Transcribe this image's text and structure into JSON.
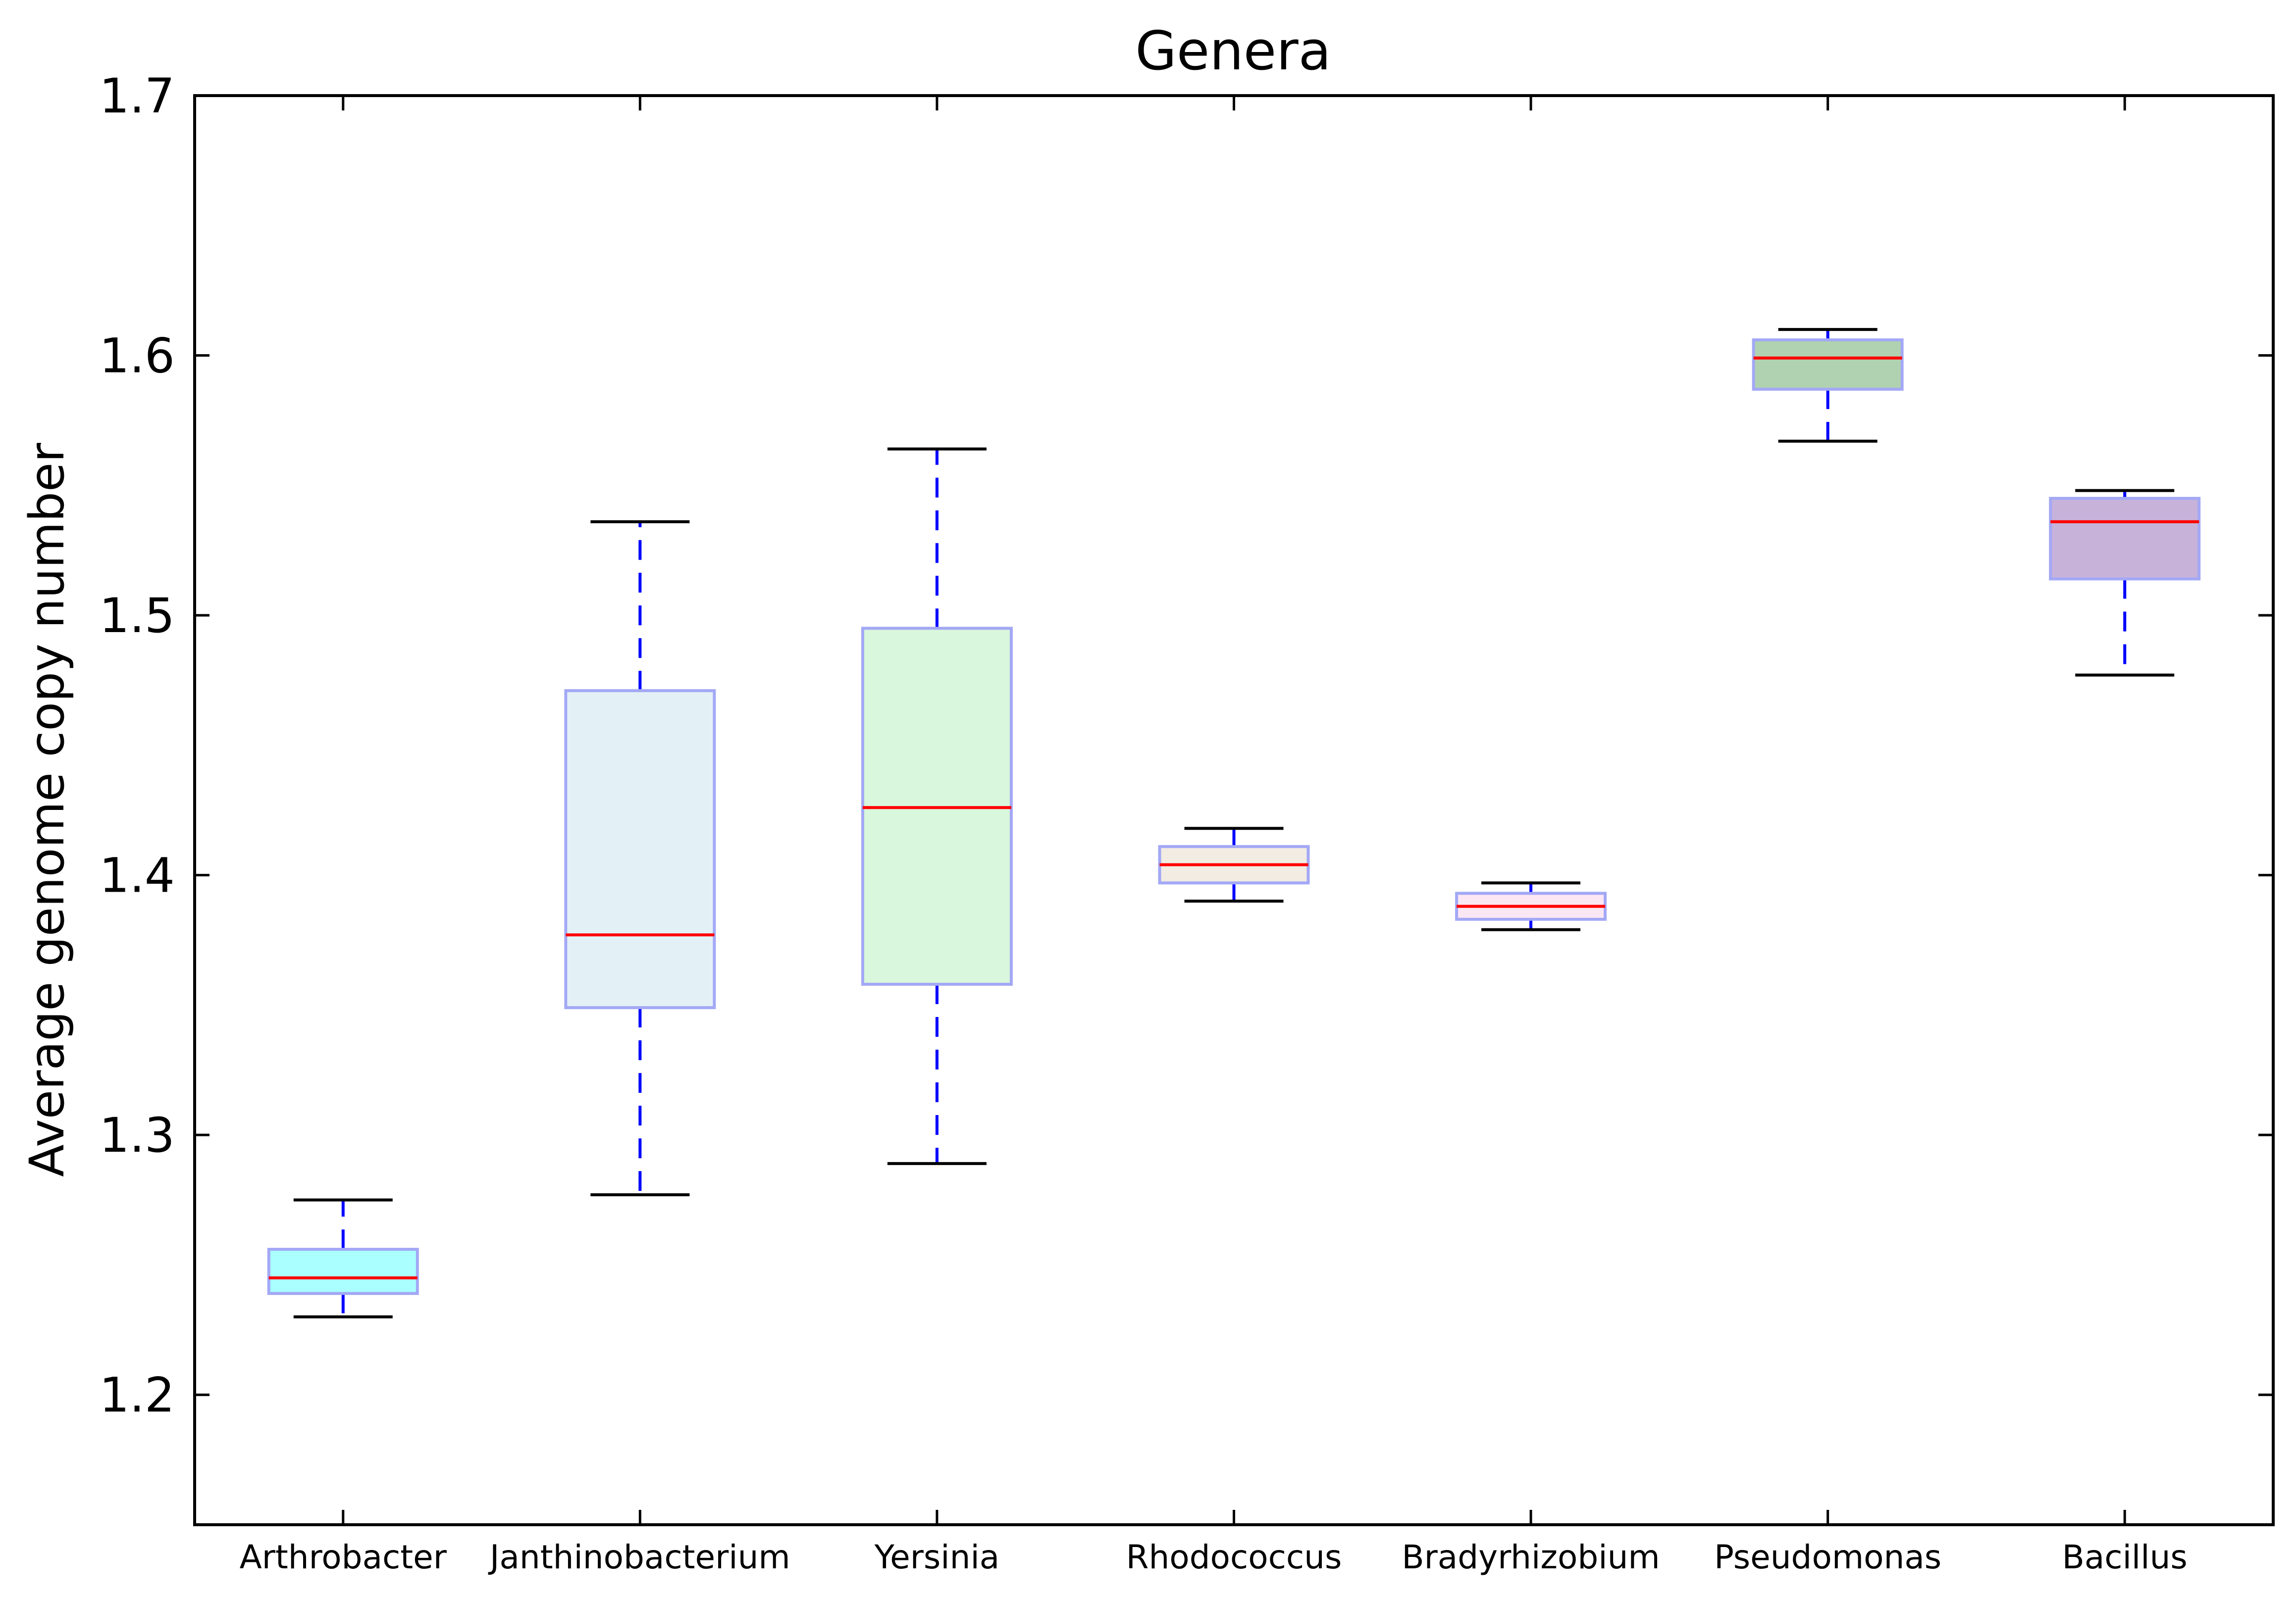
{
  "chart_data": {
    "type": "box",
    "title": "Genera",
    "xlabel": "",
    "ylabel": "Average genome copy number",
    "ylim": [
      1.15,
      1.7
    ],
    "yticks": [
      1.2,
      1.3,
      1.4,
      1.5,
      1.6,
      1.7
    ],
    "ytick_labels": [
      "1.2",
      "1.3",
      "1.4",
      "1.5",
      "1.6",
      "1.7"
    ],
    "grid": false,
    "categories": [
      "Arthrobacter",
      "Janthinobacterium",
      "Yersinia",
      "Rhodococcus",
      "Bradyrhizobium",
      "Pseudomonas",
      "Bacillus"
    ],
    "boxes": [
      {
        "category": "Arthrobacter",
        "whisker_low": 1.23,
        "q1": 1.239,
        "median": 1.245,
        "q3": 1.256,
        "whisker_high": 1.275,
        "fill": "#aaffff"
      },
      {
        "category": "Janthinobacterium",
        "whisker_low": 1.277,
        "q1": 1.349,
        "median": 1.377,
        "q3": 1.471,
        "whisker_high": 1.536,
        "fill": "#e3f1f7"
      },
      {
        "category": "Yersinia",
        "whisker_low": 1.289,
        "q1": 1.358,
        "median": 1.426,
        "q3": 1.495,
        "whisker_high": 1.564,
        "fill": "#d9f7dc"
      },
      {
        "category": "Rhodococcus",
        "whisker_low": 1.39,
        "q1": 1.397,
        "median": 1.404,
        "q3": 1.411,
        "whisker_high": 1.418,
        "fill": "#f2ece3"
      },
      {
        "category": "Bradyrhizobium",
        "whisker_low": 1.379,
        "q1": 1.383,
        "median": 1.388,
        "q3": 1.393,
        "whisker_high": 1.397,
        "fill": "#fbe7f4"
      },
      {
        "category": "Pseudomonas",
        "whisker_low": 1.567,
        "q1": 1.587,
        "median": 1.599,
        "q3": 1.606,
        "whisker_high": 1.61,
        "fill": "#b1d2b0"
      },
      {
        "category": "Bacillus",
        "whisker_low": 1.477,
        "q1": 1.514,
        "median": 1.536,
        "q3": 1.545,
        "whisker_high": 1.548,
        "fill": "#c7b3da"
      }
    ],
    "colors": {
      "box_edge": "#a3a8f5",
      "median": "#ff0000",
      "whisker": "#0000ff",
      "cap": "#000000",
      "axes": "#000000"
    }
  }
}
